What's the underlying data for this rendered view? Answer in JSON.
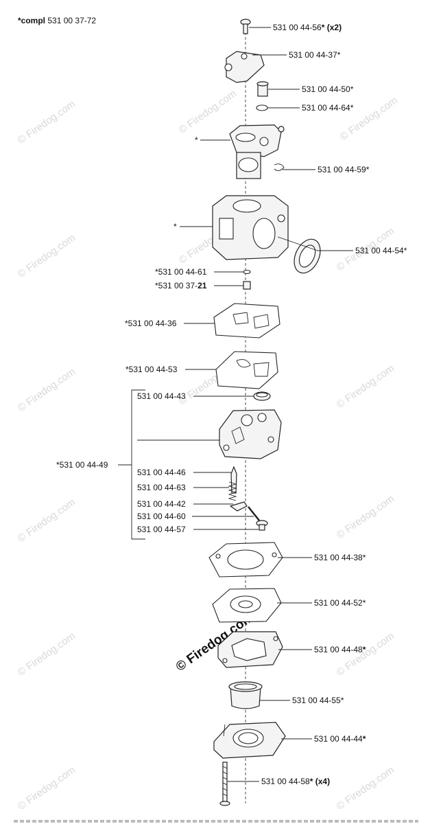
{
  "header": {
    "label_bold": "*compl",
    "label_number": "531 00 37-72"
  },
  "watermark": {
    "text": "© Firedog.com"
  },
  "bottom_border": "dotted",
  "parts": {
    "screw": {
      "number": "531 00 44-56",
      "suffix": "* (x2)"
    },
    "bracket": {
      "number": "531 00 44-37",
      "suffix": "*"
    },
    "adjuster": {
      "number": "531 00 44-50",
      "suffix": "*"
    },
    "o_ring_top": {
      "number": "531 00 44-64",
      "suffix": "*"
    },
    "throttle_body": {
      "number": "",
      "suffix": "*"
    },
    "clip": {
      "number": "531 00 44-59",
      "suffix": "*"
    },
    "carb_body": {
      "number": "",
      "suffix": "*"
    },
    "seal_ring": {
      "number": "531 00 44-54",
      "suffix": "*"
    },
    "washer": {
      "number": "*531 00 44-61",
      "suffix": ""
    },
    "plug": {
      "number": "*531 00 37-",
      "suffix": "21"
    },
    "gasket_1": {
      "number": "*531 00 44-36",
      "suffix": ""
    },
    "gasket_2": {
      "number": "*531 00 44-53",
      "suffix": ""
    },
    "group": {
      "number": "*531 00 44-49",
      "suffix": ""
    },
    "group_filter": {
      "number": "531 00 44-43",
      "suffix": ""
    },
    "group_needle": {
      "number": "531 00 44-46",
      "suffix": ""
    },
    "group_spring": {
      "number": "531 00 44-63",
      "suffix": ""
    },
    "group_lever": {
      "number": "531 00 44-42",
      "suffix": ""
    },
    "group_pin": {
      "number": "531 00 44-60",
      "suffix": ""
    },
    "group_screw": {
      "number": "531 00 44-57",
      "suffix": ""
    },
    "gasket_3": {
      "number": "531 00 44-38",
      "suffix": "*"
    },
    "diaphragm": {
      "number": "531 00 44-52",
      "suffix": "*"
    },
    "pump_cover": {
      "number": "531 00 44-48",
      "suffix": "*"
    },
    "primer_bulb": {
      "number": "531 00 44-55",
      "suffix": "*"
    },
    "end_cover": {
      "number": "531 00 44-44",
      "suffix": "*"
    },
    "long_screw": {
      "number": "531 00 44-58",
      "suffix": "* (x4)"
    }
  }
}
